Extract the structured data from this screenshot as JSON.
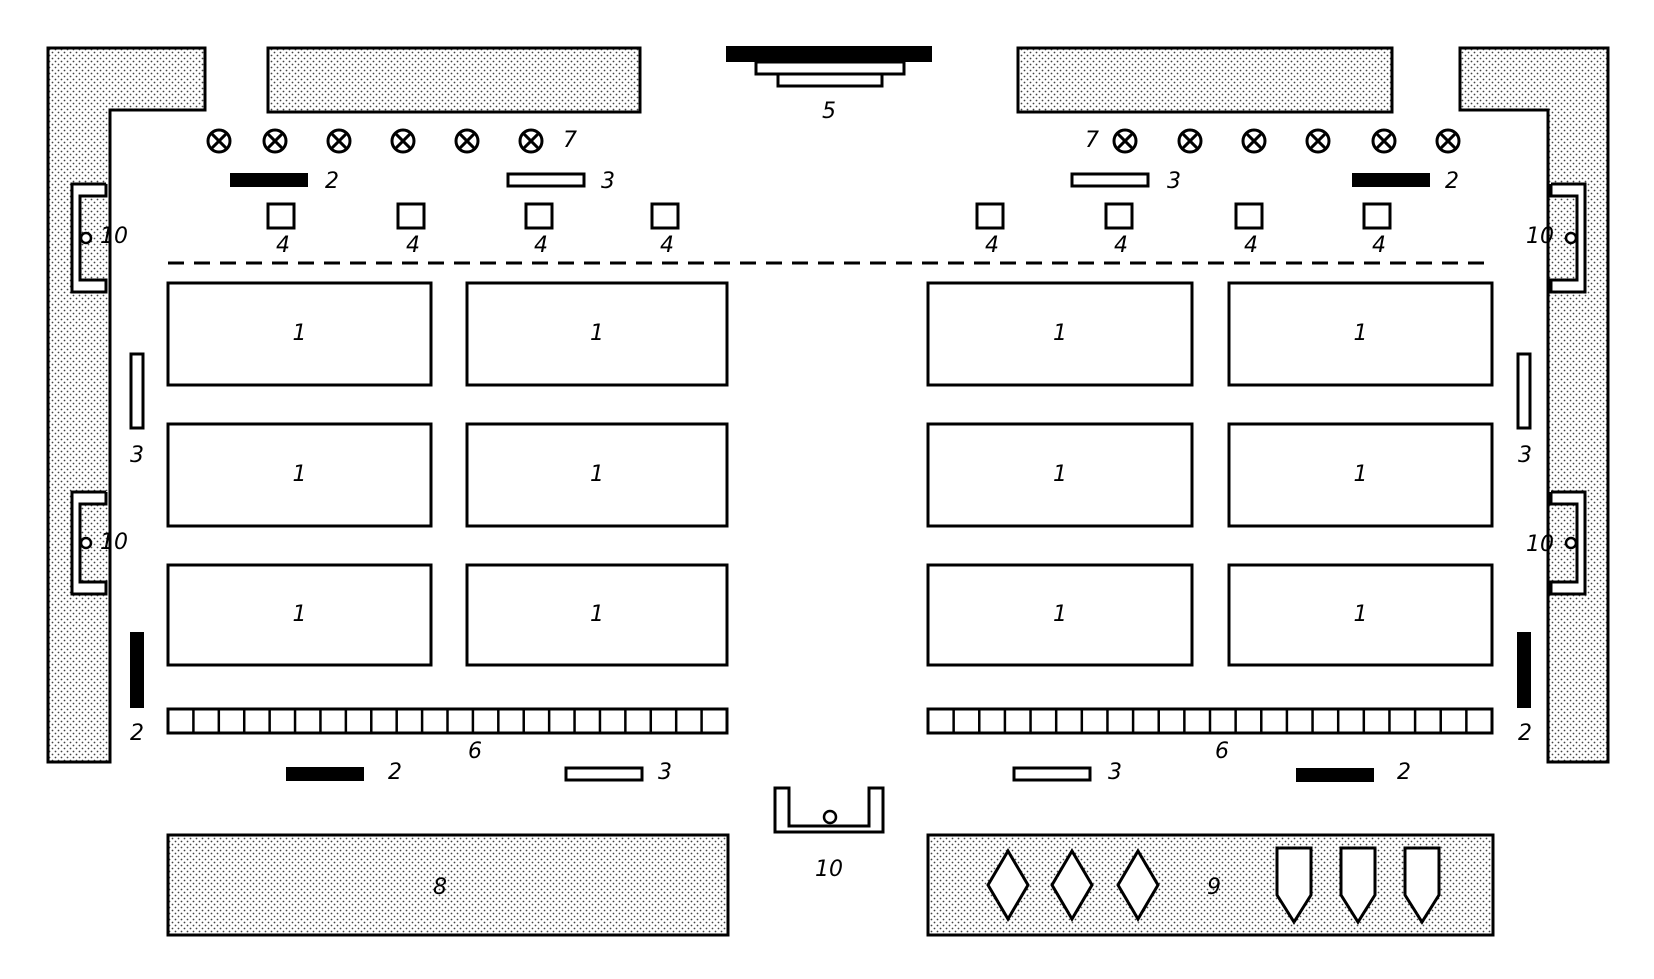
{
  "colors": {
    "line": "#000000",
    "background": "#ffffff"
  },
  "labels": {
    "table": "1",
    "black_bar": "2",
    "white_bar": "3",
    "small_square": "4",
    "board": "5",
    "strip": "6",
    "circle_cross": "7",
    "bottom_left_block": "8",
    "bottom_right_block": "9",
    "door": "10"
  },
  "icons": {
    "circle_cross": "circle-cross-icon",
    "diamond": "diamond-icon",
    "pentagon_shield": "shield-pentagon-icon"
  }
}
